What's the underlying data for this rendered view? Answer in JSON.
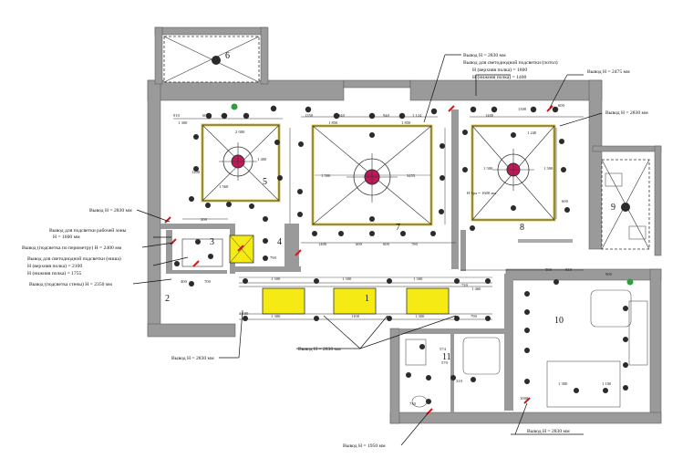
{
  "colors": {
    "wall": "#9a9a9a",
    "light_fixture": "#2b2b2b",
    "chandelier": "#c2185b",
    "led_strip_panel": "#f5ea14",
    "ceiling_frame": "#d8c84a",
    "green_marker": "#2e9e3e",
    "red_marker": "#d01a1a",
    "cyan_accent": "#3fa8b8"
  },
  "rooms": {
    "r1": "1",
    "r2": "2",
    "r3": "3",
    "r4": "4",
    "r5": "5",
    "r6": "6",
    "r7": "7",
    "r8": "8",
    "r9": "9",
    "r10": "10",
    "r11": "11"
  },
  "callouts": {
    "c1": "Вывод H = 2830 мм",
    "c2": "Вывод для светодиодной подсветки (потол)",
    "c3": "H (верхняя полка) = 1600",
    "c4": "H (нижняя полка) = 1400",
    "c5": "Вывод H = 2475 мм",
    "c6": "Вывод H = 2830 мм",
    "c7": "Вывод H = 2830 мм",
    "c8": "Вывод для подсветки рабочей зоны",
    "c9": "H = 1600 мм",
    "c10": "Вывод (подсветка по периметру) H = 2400 мм",
    "c11": "Вывод для светодиодной подсветки (ниша)",
    "c12": "H (верхняя полка) = 2100",
    "c13": "H (нижняя полка) = 1755",
    "c14": "Вывод (подсветка стены) H = 2350 мм",
    "c15": "Вывод H = 2830 мм",
    "c16": "Вывод H = 2830 мм",
    "c17": "Вывод H = 1950 мм",
    "c18": "Вывод H = 2830 мм"
  },
  "dimensions": {
    "d1": "1000",
    "d2": "1 500",
    "d3": "1 400",
    "d4": "910",
    "d5": "1 300",
    "d6": "2 000",
    "d7": "1350",
    "d8": "1 300",
    "d9": "1100",
    "d10": "790",
    "d11": "600",
    "d12": "570",
    "d13": "1300",
    "d14": "200",
    "d15": "1400",
    "d16": "780",
    "d17": "1 100",
    "d18": "720",
    "d19": "310",
    "d20": "1 300",
    "d21": "730",
    "d22": "470",
    "d23": "940",
    "d24": "1 124",
    "d25": "3455",
    "d26": "1 560",
    "d27": "600",
    "d28": "1200",
    "d29": "1 850",
    "d30": "1400",
    "d31": "1 240",
    "d32": "H бра = 1600 мм",
    "d33": "500",
    "d34": "400",
    "d35": "840",
    "d36": "700",
    "d37": "900",
    "d38": "574",
    "d39": "1 460",
    "d40": "1 100"
  }
}
